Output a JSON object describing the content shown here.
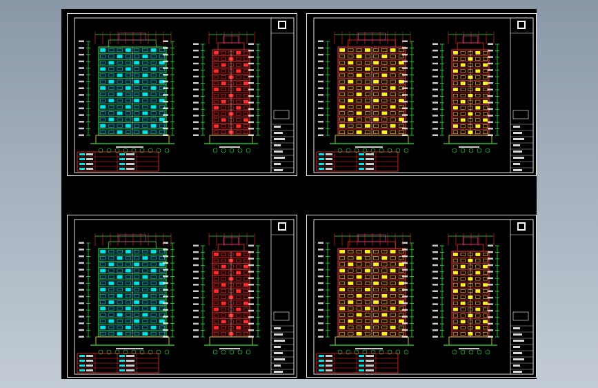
{
  "colors": {
    "background": "#9aa6b4",
    "model_space": "#000000",
    "frame": "#e8e8e8",
    "green": "#22ee33",
    "cyan": "#00e5e5",
    "red": "#ff2a2a",
    "yellow": "#ffee22",
    "magenta": "#ff33cc",
    "white": "#ffffff"
  },
  "sheets": [
    {
      "id": "sheet-1",
      "palette": "cyan"
    },
    {
      "id": "sheet-2",
      "palette": "orange"
    },
    {
      "id": "sheet-3",
      "palette": "cyan"
    },
    {
      "id": "sheet-4",
      "palette": "orange"
    }
  ]
}
